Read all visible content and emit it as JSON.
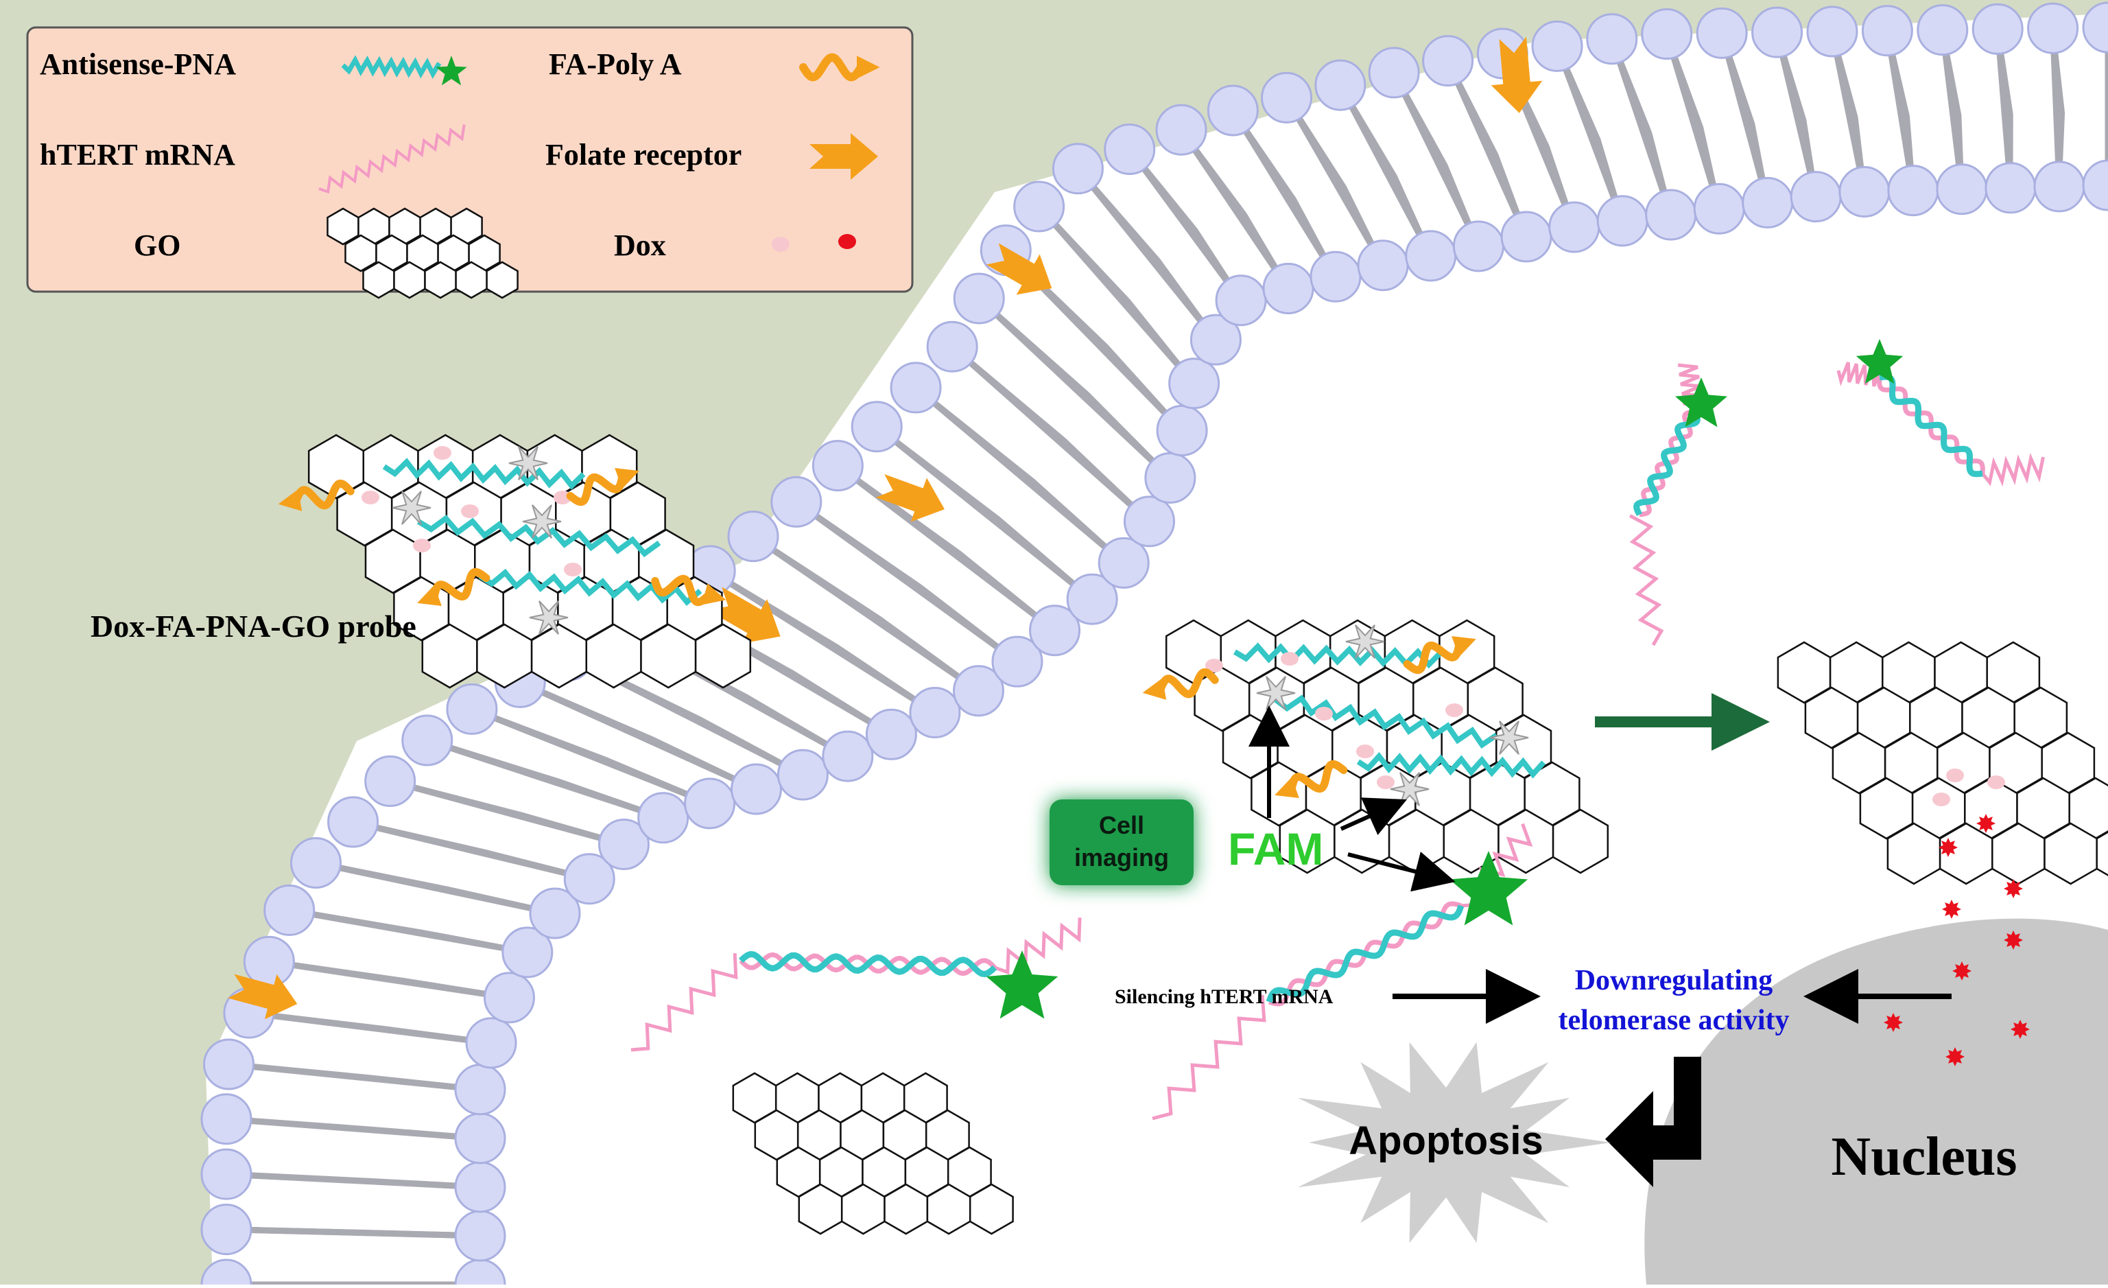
{
  "legend": {
    "antisense_pna": "Antisense-PNA",
    "fa_poly_a": "FA-Poly A",
    "htert_mrna": "hTERT mRNA",
    "folate_receptor": "Folate receptor",
    "go": "GO",
    "dox": "Dox"
  },
  "labels": {
    "probe": "Dox-FA-PNA-GO probe",
    "fam": "FAM",
    "cell_imaging_line1": "Cell",
    "cell_imaging_line2": "imaging",
    "silencing": "Silencing hTERT mRNA",
    "downregulating_line1": "Downregulating",
    "downregulating_line2": "telomerase activity",
    "apoptosis": "Apoptosis",
    "nucleus": "Nucleus"
  },
  "colors": {
    "extracellular": "#d4dbc4",
    "legend_bg": "#fbd8c6",
    "lipid_head": "#d6d9f6",
    "lipid_head_stroke": "#a9b0e0",
    "lipid_tail": "#a9a9b2",
    "pna": "#35c6c6",
    "mrna": "#f39ac4",
    "fam_star": "#15a82e",
    "folate": "#f5a01b",
    "dox": "#e8101c",
    "dox_light": "#f7c7cf",
    "cell_imaging_box": "#1a9c48",
    "fam_text": "#2ecc2e",
    "downreg_text": "#1313d6",
    "big_arrow": "#1c6b3a",
    "nucleus": "#c8c8c8",
    "apoptosis": "#cfcfcf"
  },
  "icons": [
    "pna-star-icon",
    "poly-a-squiggle-icon",
    "mrna-squiggle-icon",
    "folate-receptor-icon",
    "graphene-oxide-icon",
    "dox-dot-icon"
  ]
}
